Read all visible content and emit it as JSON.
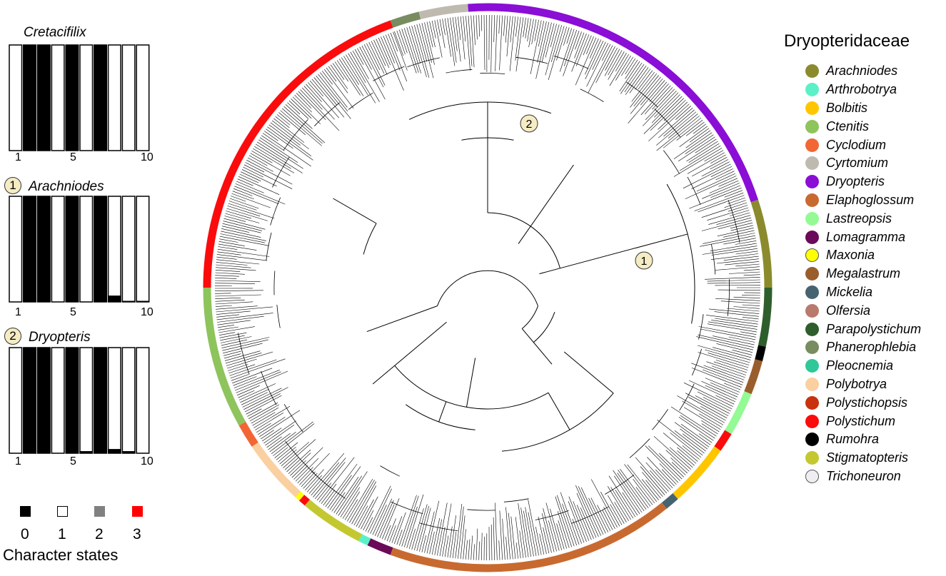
{
  "panels": [
    {
      "title": "Cretacifilix",
      "badge": null,
      "fill": [
        0,
        1,
        1,
        0,
        1,
        0,
        1,
        0,
        0,
        0
      ],
      "ticks": [
        "1",
        "5",
        "10"
      ]
    },
    {
      "title": "Arachniodes",
      "badge": "1",
      "fill": [
        0,
        1,
        1,
        0,
        1,
        0,
        1,
        0.06,
        0.01,
        0.01
      ],
      "ticks": [
        "1",
        "5",
        "10"
      ]
    },
    {
      "title": "Dryopteris",
      "badge": "2",
      "fill": [
        0,
        1,
        1,
        0,
        1,
        0.02,
        1,
        0.04,
        0.02,
        0
      ],
      "ticks": [
        "1",
        "5",
        "10"
      ]
    }
  ],
  "states_key": {
    "title": "Character states",
    "states": [
      {
        "label": "0",
        "color": "#000000"
      },
      {
        "label": "1",
        "color": "#ffffff"
      },
      {
        "label": "2",
        "color": "#808080"
      },
      {
        "label": "3",
        "color": "#ff0000"
      }
    ]
  },
  "tree": {
    "badges": [
      "1",
      "2"
    ]
  },
  "legend": {
    "title": "Dryopteridaceae",
    "items": [
      {
        "name": "Arachniodes",
        "color": "#8b8b2e"
      },
      {
        "name": "Arthrobotrya",
        "color": "#5cf0c8"
      },
      {
        "name": "Bolbitis",
        "color": "#ffc600"
      },
      {
        "name": "Ctenitis",
        "color": "#8ec45c"
      },
      {
        "name": "Cyclodium",
        "color": "#f26636"
      },
      {
        "name": "Cyrtomium",
        "color": "#bfbab0"
      },
      {
        "name": "Dryopteris",
        "color": "#8a0ed6"
      },
      {
        "name": "Elaphoglossum",
        "color": "#c86a30"
      },
      {
        "name": "Lastreopsis",
        "color": "#94fa94"
      },
      {
        "name": "Lomagramma",
        "color": "#6a0a58"
      },
      {
        "name": "Maxonia",
        "color": "#ffff00"
      },
      {
        "name": "Megalastrum",
        "color": "#9a5e2c"
      },
      {
        "name": "Mickelia",
        "color": "#466470"
      },
      {
        "name": "Olfersia",
        "color": "#b87a6c"
      },
      {
        "name": "Parapolystichum",
        "color": "#2e5e2c"
      },
      {
        "name": "Phanerophlebia",
        "color": "#788c60"
      },
      {
        "name": "Pleocnemia",
        "color": "#30c898"
      },
      {
        "name": "Polybotrya",
        "color": "#fad0a0"
      },
      {
        "name": "Polystichopsis",
        "color": "#c8320c"
      },
      {
        "name": "Polystichum",
        "color": "#fa0c0c"
      },
      {
        "name": "Rumohra",
        "color": "#000000"
      },
      {
        "name": "Stigmatopteris",
        "color": "#c4c830"
      },
      {
        "name": "Trichoneuron",
        "color": "#f0eef2"
      }
    ]
  }
}
